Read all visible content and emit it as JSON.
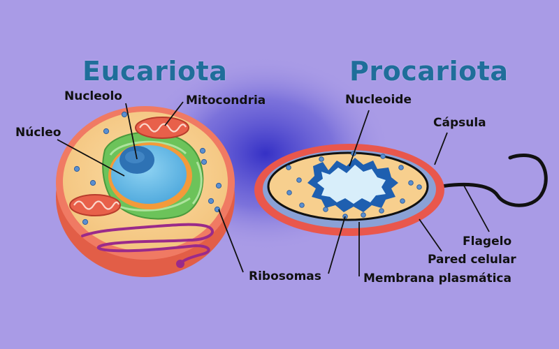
{
  "titles": {
    "eukaryote": "Eucariota",
    "prokaryote": "Procariota"
  },
  "labels": {
    "nucleolus": "Nucleolo",
    "mitochondria": "Mitocondria",
    "nucleus": "Núcleo",
    "ribosomes": "Ribosomas",
    "nucleoid": "Nucleoide",
    "capsule": "Cápsula",
    "flagellum": "Flagelo",
    "cell_wall": "Pared celular",
    "plasma_membrane": "Membrana plasmática"
  },
  "colors": {
    "background": "#a99be6",
    "glow": "#3a35c8",
    "title": "#1f6e9a",
    "cell_outer": "#f07a63",
    "cytoplasm": "#f7cf8e",
    "nucleus": "#6cc0e8",
    "nucleolus": "#2e72b4",
    "er_green": "#6cc35a",
    "mitochondria": "#e8604a",
    "er_purple": "#9a2a8a",
    "capsule": "#e9574c",
    "wall": "#8aa1d6",
    "nucleoid": "#d8eefa",
    "ribosome": "#5b8fd0"
  }
}
